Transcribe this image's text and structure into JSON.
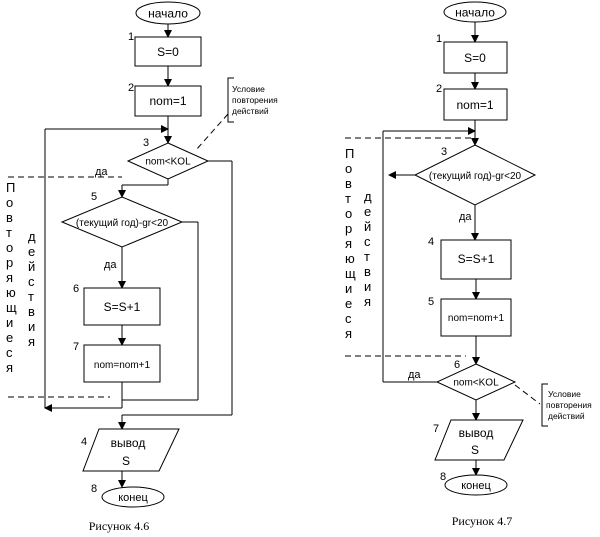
{
  "left": {
    "start": "начало",
    "end": "конец",
    "init_sum": "S=0",
    "init_counter": "nom=1",
    "loop_condition": "nom<KOL",
    "filter_condition": "(текущий год)-gr<20",
    "accumulate": "S=S+1",
    "increment": "nom=nom+1",
    "output_label": "вывод",
    "output_value": "S",
    "yes_outer": "да",
    "yes_inner": "да",
    "note": [
      "Условие",
      "повторения",
      "действий"
    ],
    "side_col1": [
      "П",
      "о",
      "в",
      "т",
      "о",
      "р",
      "я",
      "ю",
      "щ",
      "и",
      "е",
      "с",
      "я"
    ],
    "side_col2": [
      "д",
      "е",
      "й",
      "с",
      "т",
      "в",
      "и",
      "я"
    ],
    "numbers": {
      "n1": "1",
      "n2": "2",
      "n3": "3",
      "n4": "4",
      "n5": "5",
      "n6": "6",
      "n7": "7",
      "n8": "8"
    },
    "caption": "Рисунок 4.6"
  },
  "right": {
    "start": "начало",
    "end": "конец",
    "init_sum": "S=0",
    "init_counter": "nom=1",
    "filter_condition": "(текущий год)-gr<20",
    "accumulate": "S=S+1",
    "increment": "nom=nom+1",
    "loop_condition": "nom<KOL",
    "output_label": "вывод",
    "output_value": "S",
    "yes_filter": "да",
    "yes_loop": "да",
    "note": [
      "Условие",
      "повторения",
      "действий"
    ],
    "side_col1": [
      "П",
      "о",
      "в",
      "т",
      "о",
      "р",
      "я",
      "ю",
      "щ",
      "и",
      "е",
      "с",
      "я"
    ],
    "side_col2": [
      "д",
      "е",
      "й",
      "с",
      "т",
      "в",
      "и",
      "я"
    ],
    "numbers": {
      "n1": "1",
      "n2": "2",
      "n3": "3",
      "n4": "4",
      "n5": "5",
      "n6": "6",
      "n7": "7",
      "n8": "8"
    },
    "caption": "Рисунок 4.7"
  }
}
